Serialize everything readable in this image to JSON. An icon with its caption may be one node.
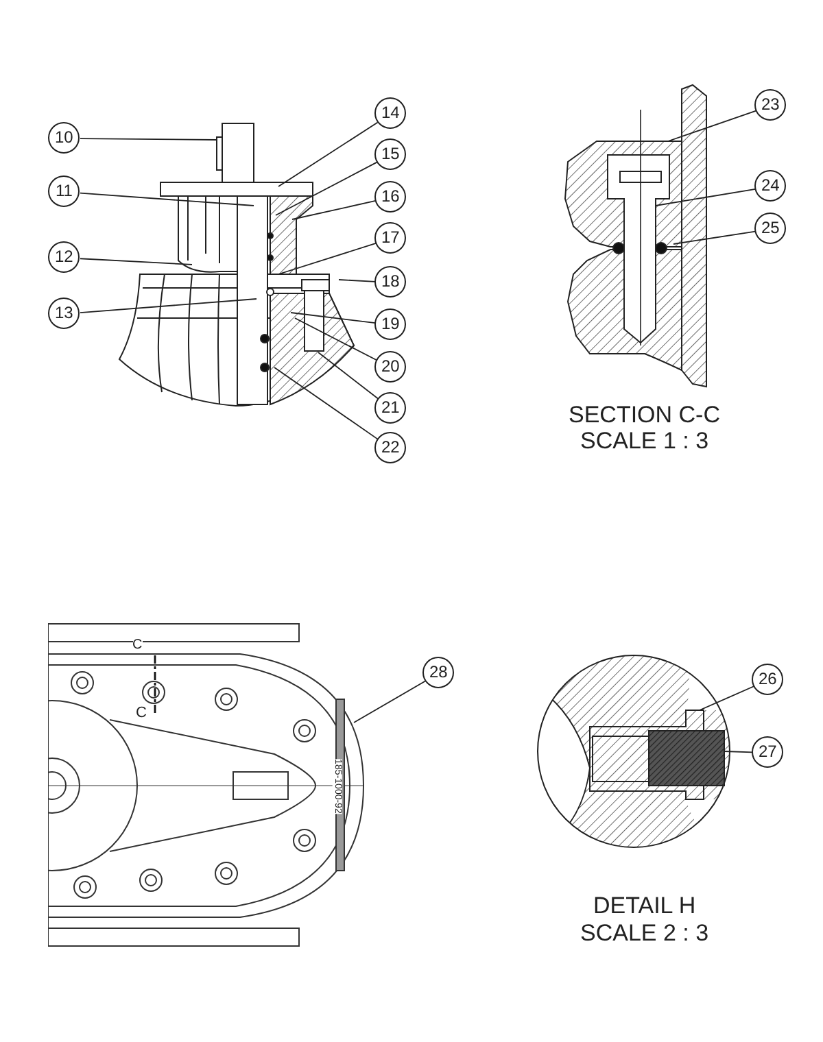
{
  "diagram": {
    "nodes": [
      {
        "text": [
          "10"
        ]
      },
      {
        "text": [
          "11"
        ]
      },
      {
        "text": [
          "12"
        ]
      },
      {
        "text": [
          "13"
        ]
      },
      {
        "text": [
          "14"
        ]
      },
      {
        "text": [
          "15"
        ]
      },
      {
        "text": [
          "16"
        ]
      },
      {
        "text": [
          "17"
        ]
      },
      {
        "text": [
          "18"
        ]
      },
      {
        "text": [
          "19"
        ]
      },
      {
        "text": [
          "20"
        ]
      },
      {
        "text": [
          "21"
        ]
      },
      {
        "text": [
          "22"
        ]
      },
      {
        "text": [
          "23"
        ]
      },
      {
        "text": [
          "24"
        ]
      },
      {
        "text": [
          "25"
        ]
      },
      {
        "text": [
          "28"
        ]
      },
      {
        "text": [
          "26"
        ]
      },
      {
        "text": [
          "27"
        ]
      },
      {
        "text": [],
        "shape": "box"
      },
      {
        "text": [],
        "shape": "box"
      }
    ],
    "edges": [
      {
        "from": 0,
        "to": null,
        "arrow": "none"
      },
      {
        "from": 1,
        "to": null,
        "arrow": "none"
      },
      {
        "from": 2,
        "to": null,
        "arrow": "none"
      },
      {
        "from": 3,
        "to": null,
        "arrow": "none"
      },
      {
        "from": 4,
        "to": null,
        "arrow": "none"
      },
      {
        "from": 5,
        "to": null,
        "arrow": "none"
      },
      {
        "from": 6,
        "to": null,
        "arrow": "none"
      },
      {
        "from": 7,
        "to": null,
        "arrow": "none"
      },
      {
        "from": 8,
        "to": null,
        "arrow": "none"
      },
      {
        "from": 9,
        "to": null,
        "arrow": "none"
      },
      {
        "from": 10,
        "to": null,
        "arrow": "none"
      },
      {
        "from": 11,
        "to": null,
        "arrow": "none"
      },
      {
        "from": 12,
        "to": null,
        "arrow": "none"
      },
      {
        "from": 13,
        "to": null,
        "arrow": "none"
      },
      {
        "from": 14,
        "to": null,
        "arrow": "none"
      },
      {
        "from": 15,
        "to": null,
        "arrow": "none"
      },
      {
        "from": 16,
        "to": null,
        "arrow": "none"
      },
      {
        "from": 17,
        "to": 19,
        "arrow": "none"
      },
      {
        "from": 18,
        "to": 20,
        "arrow": "none"
      }
    ],
    "labels": [
      "SECTION C-C",
      "SCALE 1 : 3",
      "C",
      "C",
      "185-1000-92",
      "DETAIL H",
      "SCALE 2 : 3"
    ]
  }
}
